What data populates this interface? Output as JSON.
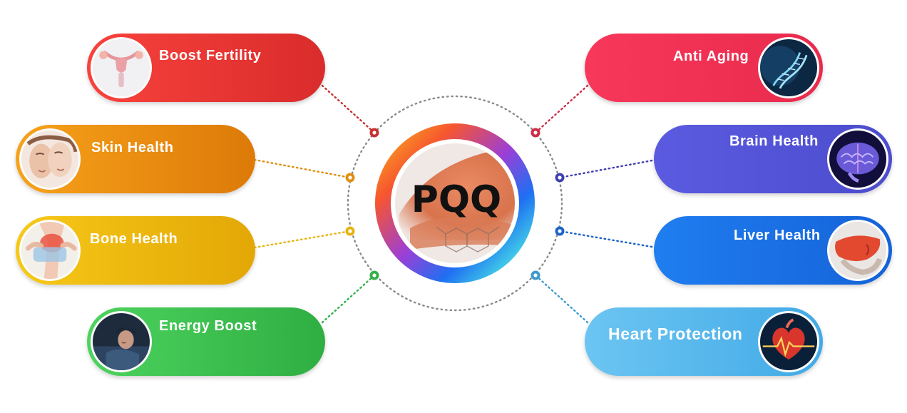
{
  "center": {
    "title": "PQQ"
  },
  "benefits": [
    {
      "id": "boost-fertility",
      "label": "Boost Fertility",
      "side": "left",
      "icon": "uterus-icon",
      "color_from": "#f9423c",
      "color_to": "#d92c2c",
      "dot": "#c8302d"
    },
    {
      "id": "skin-health",
      "label": "Skin Health",
      "side": "left",
      "icon": "face-icon",
      "color_from": "#f7a21b",
      "color_to": "#dd7a08",
      "dot": "#e08f10"
    },
    {
      "id": "bone-health",
      "label": "Bone Health",
      "side": "left",
      "icon": "knee-icon",
      "color_from": "#f6c918",
      "color_to": "#e3a706",
      "dot": "#e6b40e"
    },
    {
      "id": "energy-boost",
      "label": "Energy Boost",
      "side": "left",
      "icon": "sleeping-woman-icon",
      "color_from": "#4dd35e",
      "color_to": "#2fae42",
      "dot": "#34b04a"
    },
    {
      "id": "anti-aging",
      "label": "Anti Aging",
      "side": "right",
      "icon": "dna-icon",
      "color_from": "#f8385a",
      "color_to": "#e82a4d",
      "dot": "#cf2b45"
    },
    {
      "id": "brain-health",
      "label": "Brain Health",
      "side": "right",
      "icon": "brain-icon",
      "color_from": "#5a5be0",
      "color_to": "#4c4ccd",
      "dot": "#3f3fae"
    },
    {
      "id": "liver-health",
      "label": "Liver Health",
      "side": "right",
      "icon": "liver-icon",
      "color_from": "#1f7ef0",
      "color_to": "#1562d8",
      "dot": "#1c63c8"
    },
    {
      "id": "heart-protection",
      "label": "Heart Protection",
      "side": "right",
      "icon": "heart-icon",
      "color_from": "#6cc5f2",
      "color_to": "#42aae6",
      "dot": "#3e99cc"
    }
  ]
}
